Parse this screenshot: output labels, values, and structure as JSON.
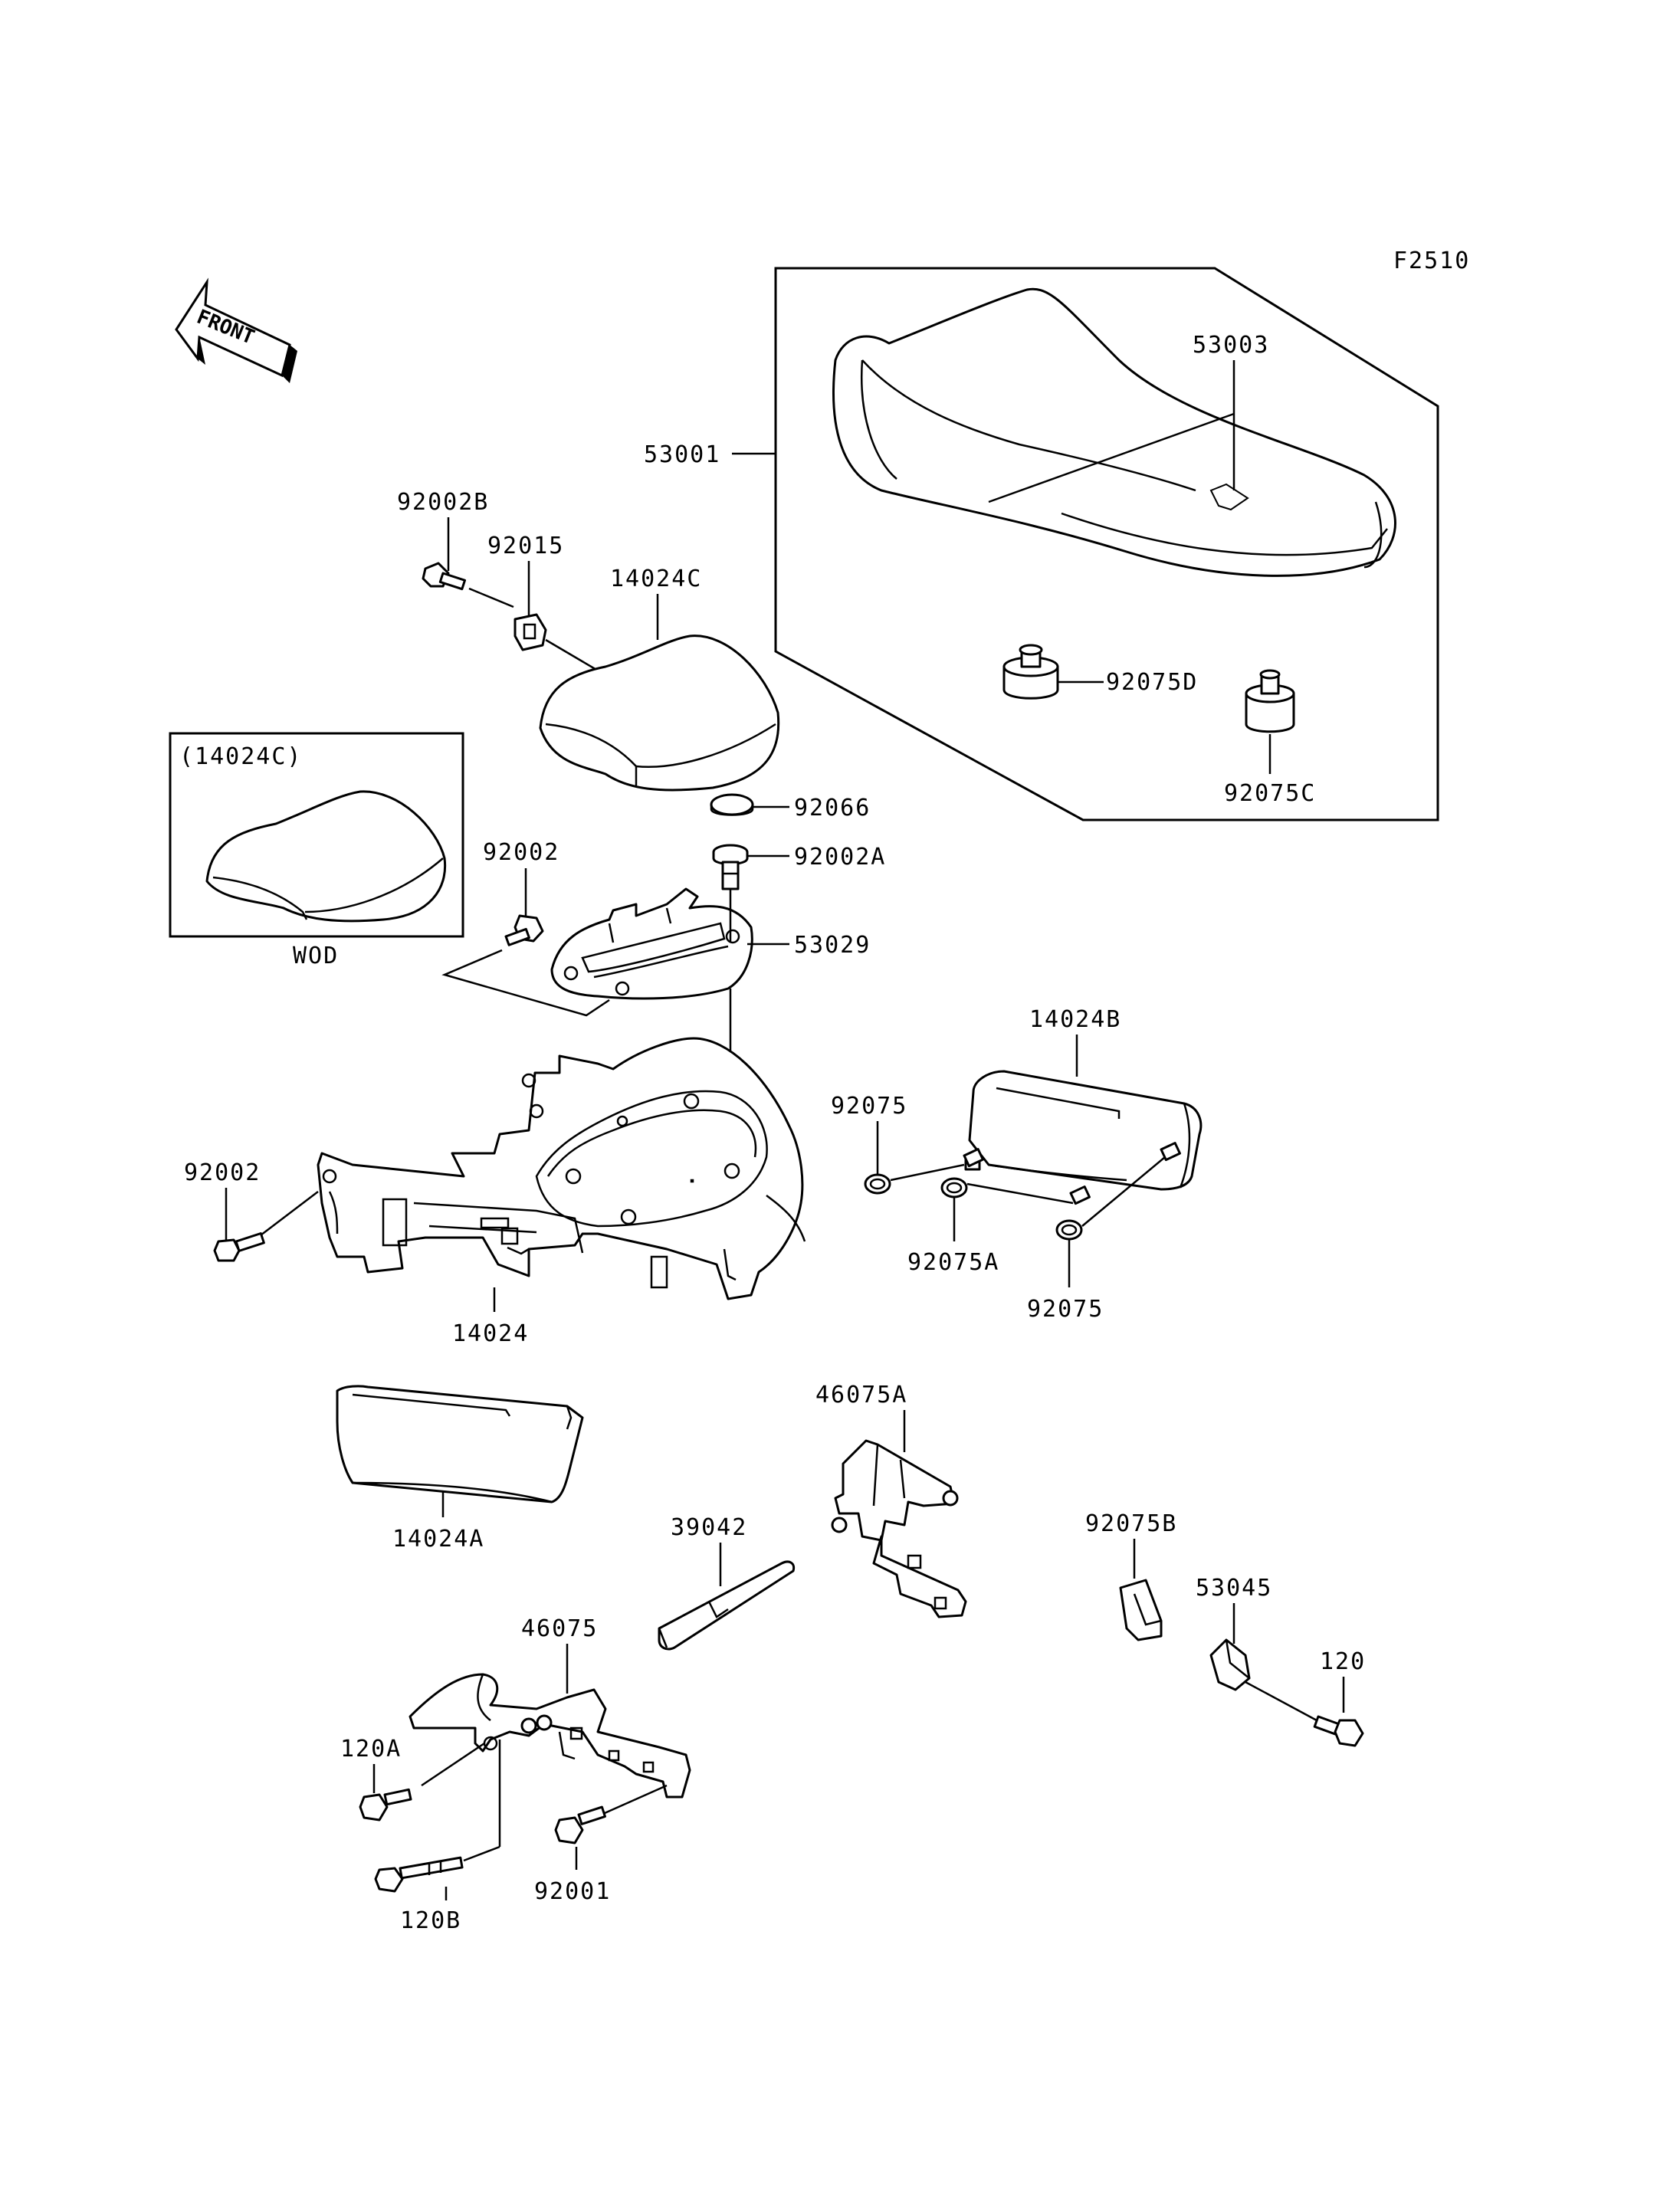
{
  "figure_code": "F2510",
  "front_arrow_text": "FRONT",
  "variant_box": {
    "title": "(14024C)",
    "caption": "WOD"
  },
  "callouts": {
    "p53001": "53001",
    "p53003": "53003",
    "p92075D": "92075D",
    "p92075C": "92075C",
    "p92002B": "92002B",
    "p92015": "92015",
    "p14024C": "14024C",
    "p92066": "92066",
    "p92002A": "92002A",
    "p92002_top": "92002",
    "p53029": "53029",
    "p14024B": "14024B",
    "p92075_a": "92075",
    "p92075A": "92075A",
    "p92075_b": "92075",
    "p92002_left": "92002",
    "p14024": "14024",
    "p14024A": "14024A",
    "p46075A": "46075A",
    "p39042": "39042",
    "p92075B": "92075B",
    "p53045": "53045",
    "p120": "120",
    "p46075": "46075",
    "p120A": "120A",
    "p120B": "120B",
    "p92001": "92001"
  }
}
